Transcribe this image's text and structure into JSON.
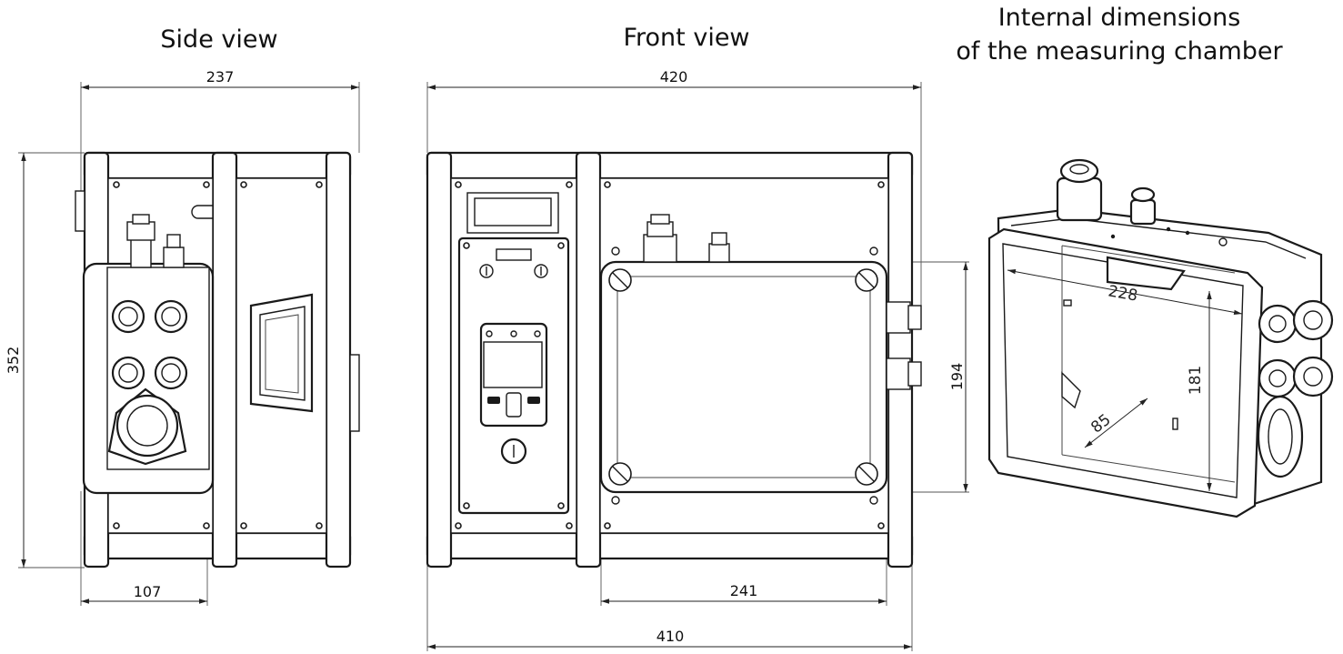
{
  "views": {
    "side": {
      "title": "Side view"
    },
    "front": {
      "title": "Front view"
    },
    "chamber": {
      "title_line1": "Internal dimensions",
      "title_line2": "of the measuring chamber"
    }
  },
  "dimensions": {
    "side_width": "237",
    "side_height": "352",
    "side_depth_offset": "107",
    "front_width_top": "420",
    "front_width_bottom": "410",
    "front_chamber_width": "241",
    "front_chamber_height": "194",
    "chamber_length": "228",
    "chamber_height": "181",
    "chamber_depth": "85"
  }
}
